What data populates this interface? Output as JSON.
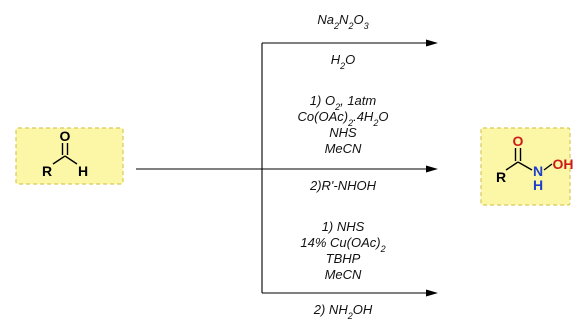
{
  "reactant": {
    "r_label": "R",
    "h_label": "H",
    "o_label": "O"
  },
  "product": {
    "r_label": "R",
    "o_label": "O",
    "n_label": "N",
    "nh_h_label": "H",
    "oh_label": "OH"
  },
  "colors": {
    "box_fill": "#fbf7a7",
    "box_border": "#d8c95a",
    "nitrogen": "#1d3fcc",
    "oxygen": "#cc1b1b"
  },
  "routes": [
    {
      "above": [
        "Na2N2O3"
      ],
      "below": [
        "H2O"
      ]
    },
    {
      "above": [
        "1) O2, 1atm",
        "Co(OAc)2.4H2O",
        "NHS",
        "MeCN"
      ],
      "below": [
        "2)R'-NHOH"
      ]
    },
    {
      "above": [
        "1) NHS",
        "14% Cu(OAc)2",
        "TBHP",
        "MeCN"
      ],
      "below": [
        "2) NH2OH"
      ]
    }
  ]
}
